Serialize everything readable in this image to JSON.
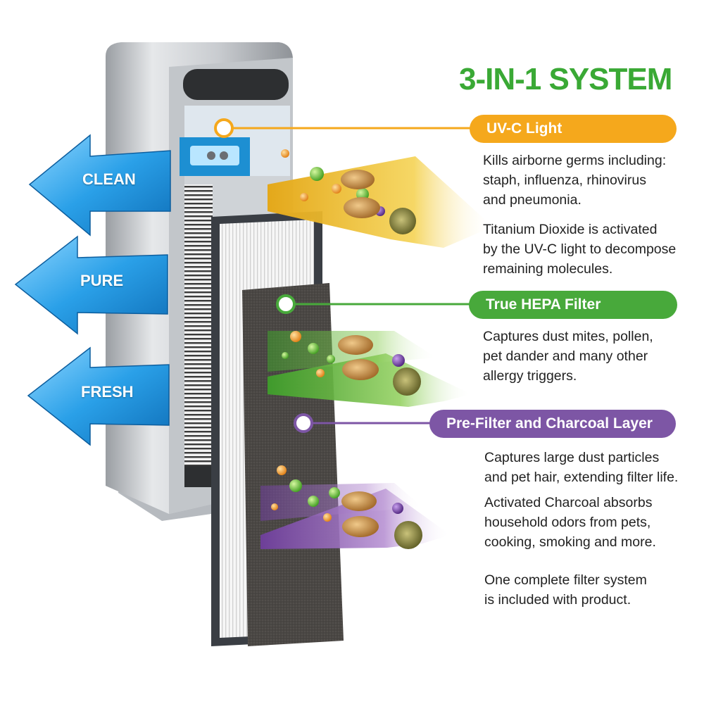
{
  "title": "3-IN-1 SYSTEM",
  "arrows": [
    {
      "label": "CLEAN"
    },
    {
      "label": "PURE"
    },
    {
      "label": "FRESH"
    }
  ],
  "sections": {
    "uv": {
      "title": "UV-C Light",
      "color": "#f5a81c",
      "paragraphs": [
        [
          "Kills airborne germs including:",
          "staph, influenza, rhinovirus",
          "and pneumonia."
        ],
        [
          "Titanium Dioxide is activated",
          "by the UV-C light to decompose",
          "remaining molecules."
        ]
      ]
    },
    "hepa": {
      "title": "True HEPA Filter",
      "color": "#48a93b",
      "paragraphs": [
        [
          "Captures dust mites, pollen,",
          "pet dander and many other",
          "allergy triggers."
        ]
      ]
    },
    "prefilter": {
      "title": "Pre-Filter and Charcoal Layer",
      "color": "#7d56a5",
      "paragraphs": [
        [
          "Captures large dust particles",
          "and pet hair, extending filter life."
        ],
        [
          "Activated Charcoal absorbs",
          "household odors from pets,",
          "cooking, smoking and more."
        ],
        [
          "One complete filter system",
          "is included with product."
        ]
      ]
    }
  },
  "colors": {
    "title_green": "#3aa935",
    "arrow_blue": "#1e8fd8"
  }
}
